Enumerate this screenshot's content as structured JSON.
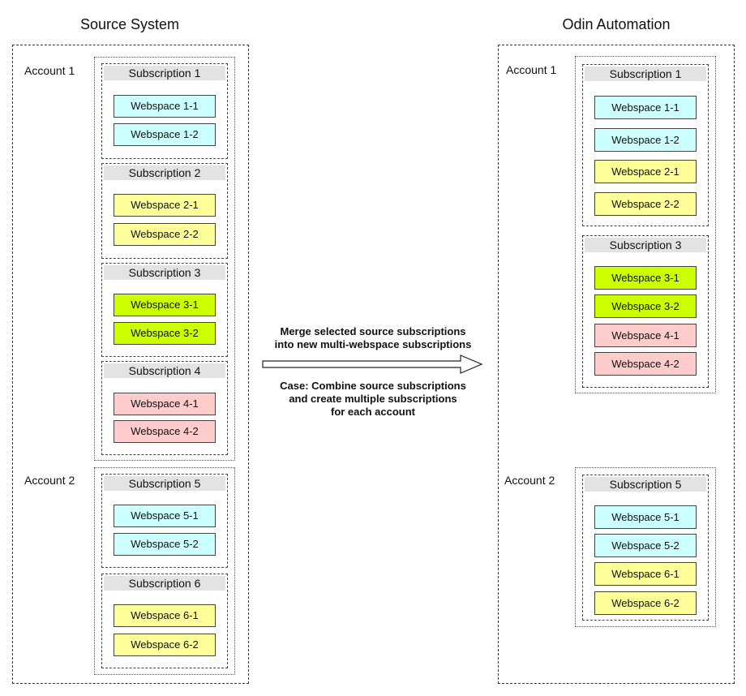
{
  "source": {
    "title": "Source System",
    "accounts": [
      {
        "label": "Account 1",
        "subscriptions": [
          {
            "label": "Subscription 1",
            "webspaces": [
              {
                "label": "Webspace 1-1",
                "color": "#ccffff"
              },
              {
                "label": "Webspace 1-2",
                "color": "#ccffff"
              }
            ]
          },
          {
            "label": "Subscription 2",
            "webspaces": [
              {
                "label": "Webspace 2-1",
                "color": "#ffff99"
              },
              {
                "label": "Webspace 2-2",
                "color": "#ffff99"
              }
            ]
          },
          {
            "label": "Subscription 3",
            "webspaces": [
              {
                "label": "Webspace 3-1",
                "color": "#ccff00"
              },
              {
                "label": "Webspace 3-2",
                "color": "#ccff00"
              }
            ]
          },
          {
            "label": "Subscription 4",
            "webspaces": [
              {
                "label": "Webspace 4-1",
                "color": "#ffcccc"
              },
              {
                "label": "Webspace 4-2",
                "color": "#ffcccc"
              }
            ]
          }
        ]
      },
      {
        "label": "Account 2",
        "subscriptions": [
          {
            "label": "Subscription 5",
            "webspaces": [
              {
                "label": "Webspace 5-1",
                "color": "#ccffff"
              },
              {
                "label": "Webspace 5-2",
                "color": "#ccffff"
              }
            ]
          },
          {
            "label": "Subscription 6",
            "webspaces": [
              {
                "label": "Webspace 6-1",
                "color": "#ffff99"
              },
              {
                "label": "Webspace 6-2",
                "color": "#ffff99"
              }
            ]
          }
        ]
      }
    ]
  },
  "target": {
    "title": "Odin Automation",
    "accounts": [
      {
        "label": "Account 1",
        "subscriptions": [
          {
            "label": "Subscription 1",
            "webspaces": [
              {
                "label": "Webspace 1-1",
                "color": "#ccffff"
              },
              {
                "label": "Webspace 1-2",
                "color": "#ccffff"
              },
              {
                "label": "Webspace 2-1",
                "color": "#ffff99"
              },
              {
                "label": "Webspace 2-2",
                "color": "#ffff99"
              }
            ]
          },
          {
            "label": "Subscription 3",
            "webspaces": [
              {
                "label": "Webspace 3-1",
                "color": "#ccff00"
              },
              {
                "label": "Webspace 3-2",
                "color": "#ccff00"
              },
              {
                "label": "Webspace 4-1",
                "color": "#ffcccc"
              },
              {
                "label": "Webspace 4-2",
                "color": "#ffcccc"
              }
            ]
          }
        ]
      },
      {
        "label": "Account 2",
        "subscriptions": [
          {
            "label": "Subscription 5",
            "webspaces": [
              {
                "label": "Webspace 5-1",
                "color": "#ccffff"
              },
              {
                "label": "Webspace 5-2",
                "color": "#ccffff"
              },
              {
                "label": "Webspace 6-1",
                "color": "#ffff99"
              },
              {
                "label": "Webspace 6-2",
                "color": "#ffff99"
              }
            ]
          }
        ]
      }
    ]
  },
  "arrow": {
    "caption_line1": "Merge selected source subscriptions",
    "caption_line2": "into new multi-webspace subscriptions",
    "case_line1": "Case: Combine source subscriptions",
    "case_line2": "and create multiple subscriptions",
    "case_line3": "for each account"
  }
}
